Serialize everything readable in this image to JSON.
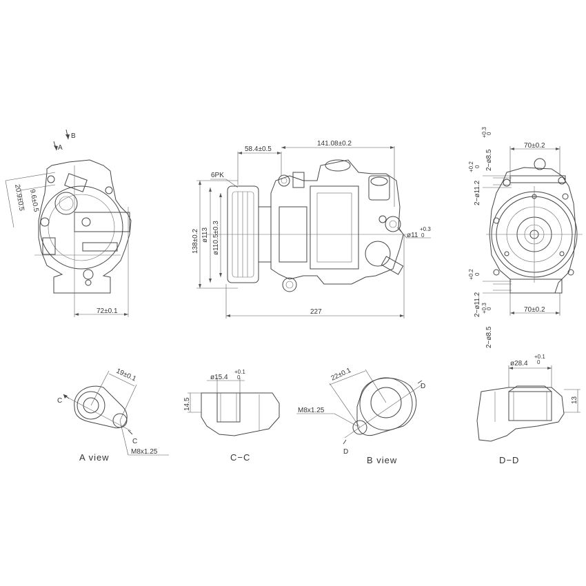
{
  "views": {
    "left": {
      "arrow_a": "A",
      "arrow_b": "B",
      "dim_width": "72±0.1",
      "dim_r1": "20.9±0.5",
      "dim_r2": "9.6±0.5"
    },
    "front": {
      "dim_total_length": "227",
      "dim_clutch_offset": "58.4±0.5",
      "dim_mount_span": "141.08±0.2",
      "label_pulley": "6PK",
      "dim_height": "138±0.2",
      "dim_pulley_dia": "ø113",
      "dim_clutch_dia": "ø110.5±0.3",
      "dim_port": "ø11",
      "dim_port_tol": "+0.3",
      "dim_port_tol_low": "0"
    },
    "right": {
      "dim_top_span": "70±0.2",
      "dim_bottom_span": "70±0.2",
      "dim_top_hole1": "2−ø8.5",
      "dim_top_hole1_tol": "+0.3",
      "dim_top_hole1_tol_low": "0",
      "dim_top_hole2": "2−ø11.2",
      "dim_top_hole2_tol": "+0.2",
      "dim_top_hole2_tol_low": "0",
      "dim_bottom_hole1": "2−ø11.2",
      "dim_bottom_hole1_tol": "+0.2",
      "dim_bottom_hole1_tol_low": "0",
      "dim_bottom_hole2": "2−ø8.5",
      "dim_bottom_hole2_tol": "+0.3",
      "dim_bottom_hole2_tol_low": "0"
    }
  },
  "details": {
    "a_view": {
      "caption": "A  view",
      "dim_spacing": "19±0.1",
      "dim_thread": "M8x1.25",
      "mark_c1": "C",
      "mark_c2": "C"
    },
    "c_c": {
      "caption": "C−C",
      "dim_bore": "ø15.4",
      "dim_bore_tol": "+0.1",
      "dim_bore_tol_low": "0",
      "dim_depth": "14.5"
    },
    "b_view": {
      "caption": "B  view",
      "dim_spacing": "22±0.1",
      "dim_thread": "M8x1.25",
      "mark_d1": "D",
      "mark_d2": "D"
    },
    "d_d": {
      "caption": "D−D",
      "dim_bore": "ø28.4",
      "dim_bore_tol": "+0.1",
      "dim_bore_tol_low": "0",
      "dim_depth": "13"
    }
  }
}
